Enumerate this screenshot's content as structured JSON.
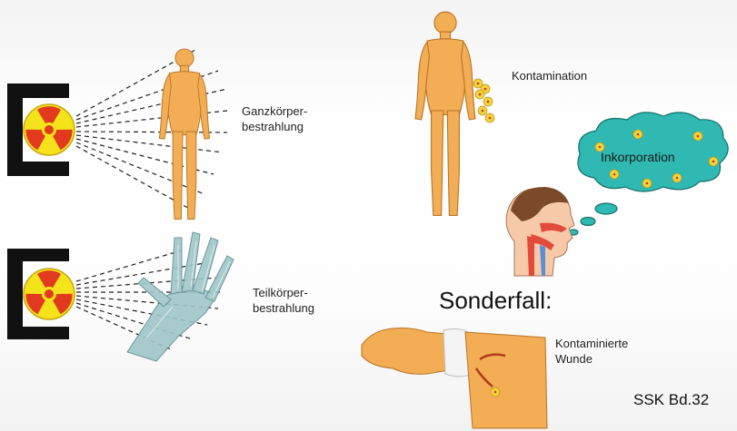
{
  "labels": {
    "ganzkoerper_line1": "Ganzkörper-",
    "ganzkoerper_line2": "bestrahlung",
    "teilkoerper_line1": "Teilkörper-",
    "teilkoerper_line2": "bestrahlung",
    "kontamination": "Kontamination",
    "inkorporation": "Inkorporation",
    "sonderfall": "Sonderfall:",
    "wunde_line1": "Kontaminierte",
    "wunde_line2": "Wunde",
    "credit": "SSK Bd.32"
  },
  "colors": {
    "body": "#f2ad55",
    "body_outline": "#b87428",
    "source_bg": "#f4e21a",
    "trefoil": "#e23a1e",
    "cloud": "#2fb9b2",
    "xray_hand": "#9fc6c8",
    "particle": "#f4d33a"
  },
  "icons": {
    "source": "radiation-trefoil",
    "particles": "radioactive-particle"
  }
}
